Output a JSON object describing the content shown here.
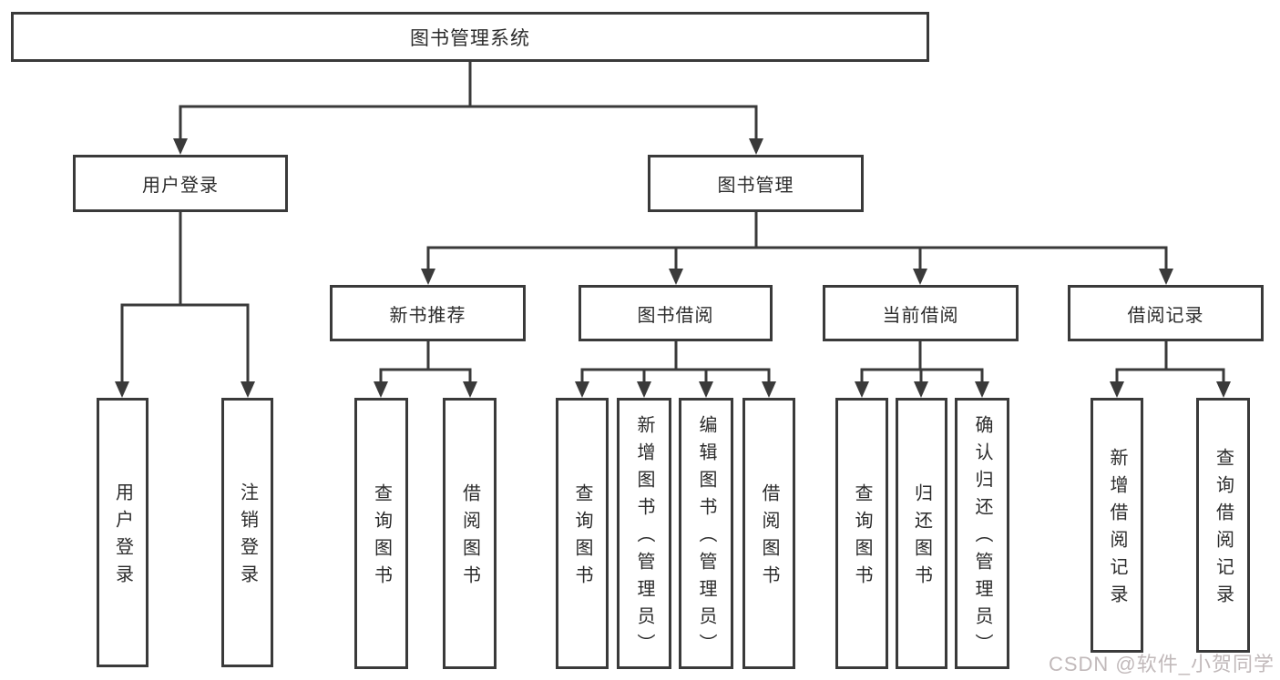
{
  "tree": {
    "root": {
      "label": "图书管理系统",
      "children": [
        {
          "label": "用户登录",
          "children": [
            {
              "label": "用户登录"
            },
            {
              "label": "注销登录"
            }
          ]
        },
        {
          "label": "图书管理",
          "children": [
            {
              "label": "新书推荐",
              "children": [
                {
                  "label": "查询图书"
                },
                {
                  "label": "借阅图书"
                }
              ]
            },
            {
              "label": "图书借阅",
              "children": [
                {
                  "label": "查询图书"
                },
                {
                  "label": "新增图书（管理员）"
                },
                {
                  "label": "编辑图书（管理员）"
                },
                {
                  "label": "借阅图书"
                }
              ]
            },
            {
              "label": "当前借阅",
              "children": [
                {
                  "label": "查询图书"
                },
                {
                  "label": "归还图书"
                },
                {
                  "label": "确认归还（管理员）"
                }
              ]
            },
            {
              "label": "借阅记录",
              "children": [
                {
                  "label": "新增借阅记录"
                },
                {
                  "label": "查询借阅记录"
                }
              ]
            }
          ]
        }
      ]
    }
  },
  "watermark": {
    "text": "CSDN @软件_小贺同学"
  },
  "colors": {
    "line": "#3a3a3a",
    "box_border": "#3a3a3a",
    "text": "#2b2b2b",
    "background": "#ffffff",
    "watermark": "#bab1b3"
  }
}
